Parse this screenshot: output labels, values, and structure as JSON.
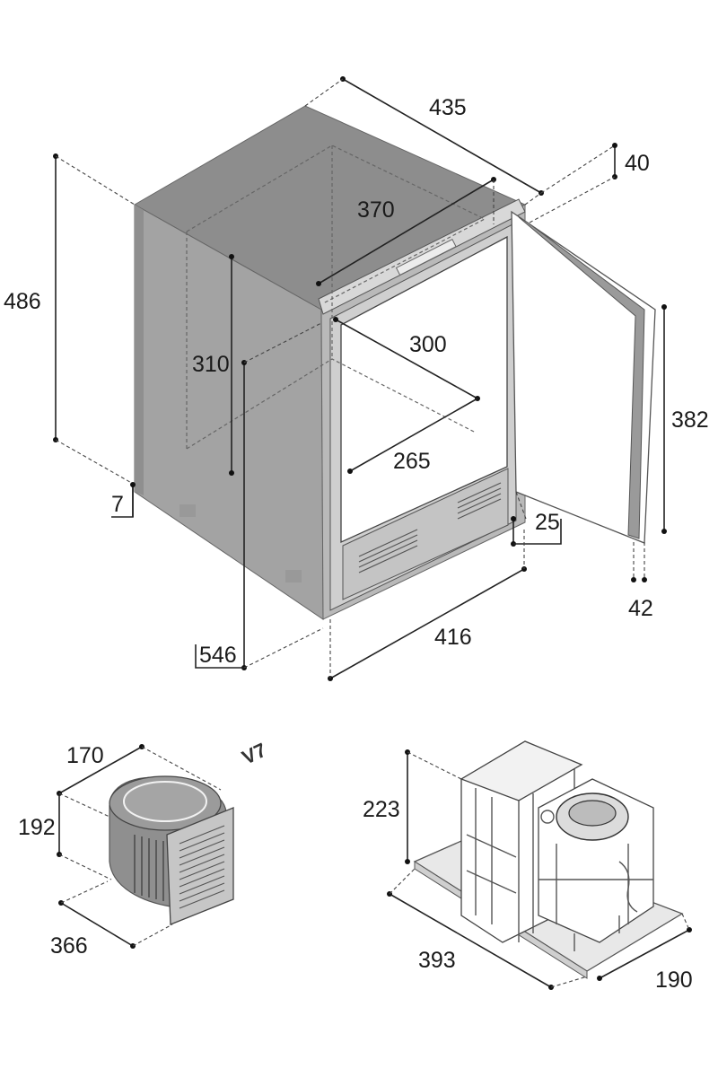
{
  "main_unit": {
    "dimensions": {
      "top_depth": "435",
      "flange_depth": "40",
      "inner_depth": "370",
      "total_height": "486",
      "inner_height": "310",
      "inner_width": "300",
      "door_height": "382",
      "inner_floor_depth": "265",
      "foot_height": "7",
      "bottom_gap": "25",
      "door_thickness": "42",
      "body_depth": "546",
      "front_width": "416"
    }
  },
  "compressor_small": {
    "dimensions": {
      "height": "170",
      "depth": "192",
      "width": "366"
    }
  },
  "compressor_large": {
    "dimensions": {
      "height": "223",
      "width": "393",
      "depth": "190"
    }
  },
  "colors": {
    "cabinet_top": "#8c8c8c",
    "cabinet_side": "#9f9f9f",
    "cabinet_front": "#b4b4b4",
    "door_frame": "#a6a6a6",
    "line": "#222222",
    "background": "#ffffff"
  }
}
